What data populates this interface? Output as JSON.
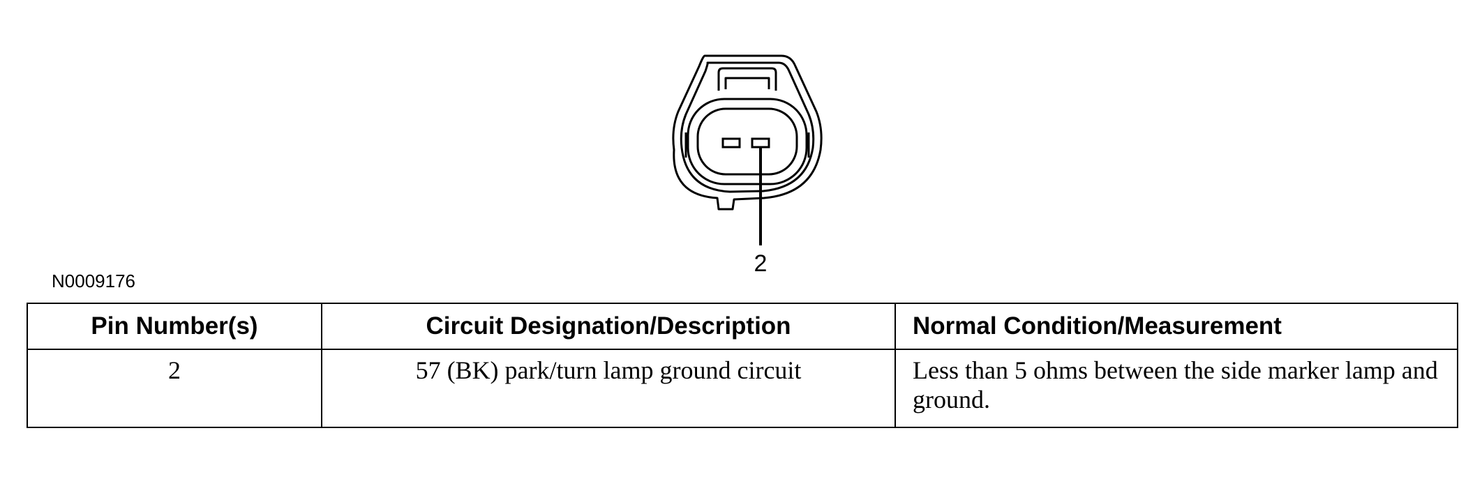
{
  "figure": {
    "id": "N0009176",
    "callout": "2"
  },
  "table": {
    "headers": [
      "Pin Number(s)",
      "Circuit Designation/Description",
      "Normal Condition/Measurement"
    ],
    "rows": [
      [
        "2",
        "57 (BK) park/turn lamp ground circuit",
        "Less than 5 ohms between the side marker lamp and ground."
      ]
    ]
  }
}
